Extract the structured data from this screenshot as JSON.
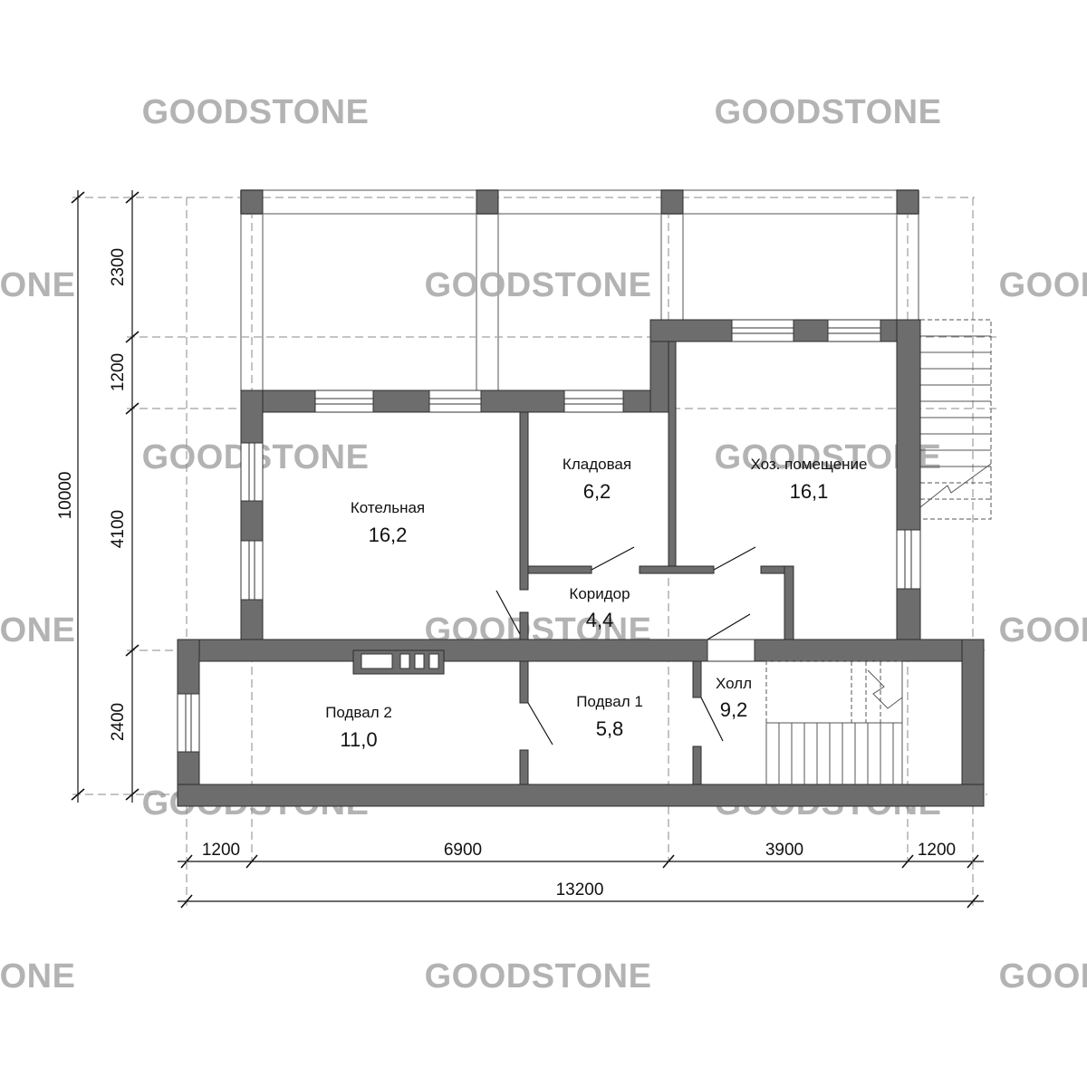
{
  "watermark": "GOODSTONE",
  "rooms": {
    "boiler": {
      "name": "Котельная",
      "area": "16,2"
    },
    "pantry": {
      "name": "Кладовая",
      "area": "6,2"
    },
    "utility": {
      "name": "Хоз. помещение",
      "area": "16,1"
    },
    "corridor": {
      "name": "Коридор",
      "area": "4,4"
    },
    "basement2": {
      "name": "Подвал 2",
      "area": "11,0"
    },
    "basement1": {
      "name": "Подвал 1",
      "area": "5,8"
    },
    "hall": {
      "name": "Холл",
      "area": "9,2"
    }
  },
  "dimensions": {
    "horizontal": [
      "1200",
      "6900",
      "3900",
      "1200"
    ],
    "total_width": "13200",
    "vertical": [
      "2300",
      "1200",
      "4100",
      "2400"
    ],
    "total_height": "10000"
  },
  "colors": {
    "wall": "#6d6d6d",
    "watermark": "#b3b3b3",
    "terrace": "#a9a9a9"
  }
}
